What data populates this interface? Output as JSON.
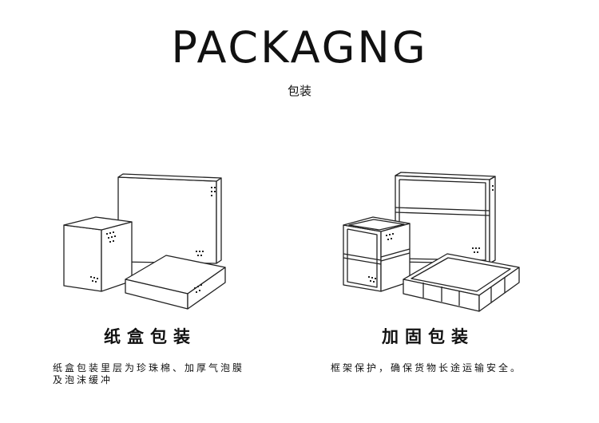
{
  "header": {
    "title": "PACKAGNG",
    "subtitle": "包装"
  },
  "options": [
    {
      "title": "纸盒包装",
      "description_line1": "纸盒包装里层为珍珠棉、加厚气泡膜",
      "description_line2": "及泡沫缓冲"
    },
    {
      "title": "加固包装",
      "description_line1": "框架保护，确保货物长途运输安全。"
    }
  ]
}
